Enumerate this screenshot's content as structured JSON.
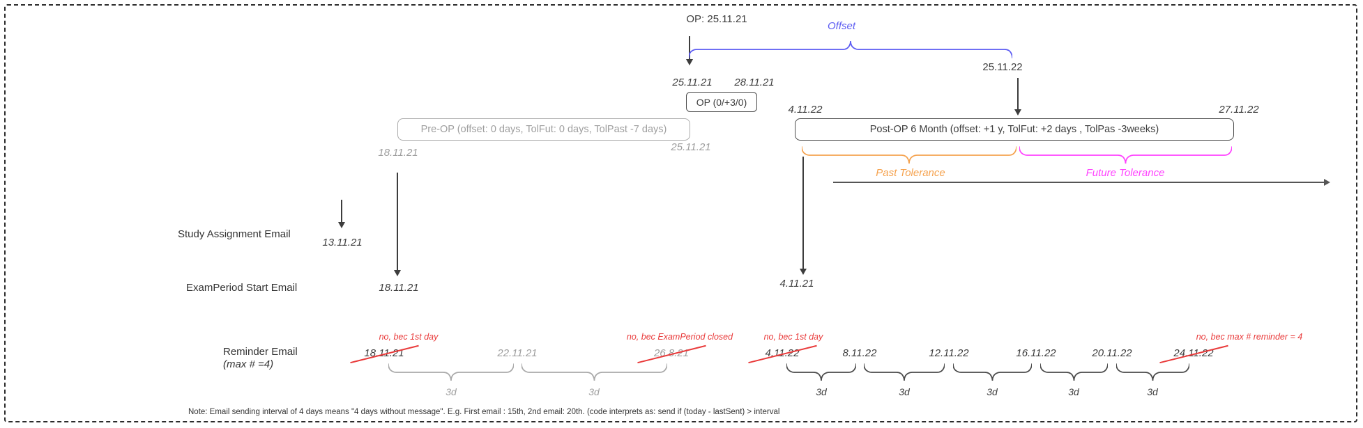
{
  "colors": {
    "offset_blue": "#5b5bf2",
    "past_tolerance_orange": "#f5a24e",
    "future_tolerance_magenta": "#ff42ff",
    "alert_red": "#e93a3a",
    "muted_gray": "#9e9e9e",
    "ink": "#3d3d3d"
  },
  "op_timeline": {
    "op_label": "OP: 25.11.21",
    "offset_label": "Offset",
    "offset_end_date": "25.11.22",
    "op_window_start": "25.11.21",
    "op_window_end": "28.11.21",
    "op_box_label": "OP (0/+3/0)"
  },
  "pre_op": {
    "box_label": "Pre-OP (offset: 0 days, TolFut: 0 days, TolPast -7 days)",
    "start_date": "18.11.21",
    "end_date": "25.11.21"
  },
  "post_op": {
    "box_label": "Post-OP 6 Month (offset: +1 y, TolFut: +2 days , TolPas -3weeks)",
    "start_date": "4.11.22",
    "end_date": "27.11.22",
    "past_tolerance_label": "Past Tolerance",
    "future_tolerance_label": "Future Tolerance"
  },
  "emails": {
    "study_assignment_label": "Study Assignment Email",
    "study_assignment_date": "13.11.21",
    "exam_period_label": "ExamPeriod Start Email",
    "exam_period_date_pre": "18.11.21",
    "exam_period_date_post": "4.11.21",
    "reminder_label": "Reminder Email",
    "reminder_max_label": "(max # =4)"
  },
  "reminders_pre": [
    {
      "date": "18.11.21",
      "crossed": true,
      "note": "no, bec 1st day"
    },
    {
      "date": "22.11.21",
      "crossed": false,
      "note": ""
    },
    {
      "date": "26.8.21",
      "crossed": true,
      "note": "no, bec ExamPeriod closed"
    }
  ],
  "reminders_post": [
    {
      "date": "4.11.22",
      "crossed": true,
      "note": "no, bec 1st day"
    },
    {
      "date": "8.11.22",
      "crossed": false,
      "note": ""
    },
    {
      "date": "12.11.22",
      "crossed": false,
      "note": ""
    },
    {
      "date": "16.11.22",
      "crossed": false,
      "note": ""
    },
    {
      "date": "20.11.22",
      "crossed": false,
      "note": ""
    },
    {
      "date": "24.11.22",
      "crossed": true,
      "note": "no, bec max # reminder = 4"
    }
  ],
  "interval_label": "3d",
  "footnote": "Note: Email sending interval of 4 days means \"4 days without message\". E.g. First email : 15th, 2nd email: 20th. (code interprets as: send if (today - lastSent) > interval"
}
